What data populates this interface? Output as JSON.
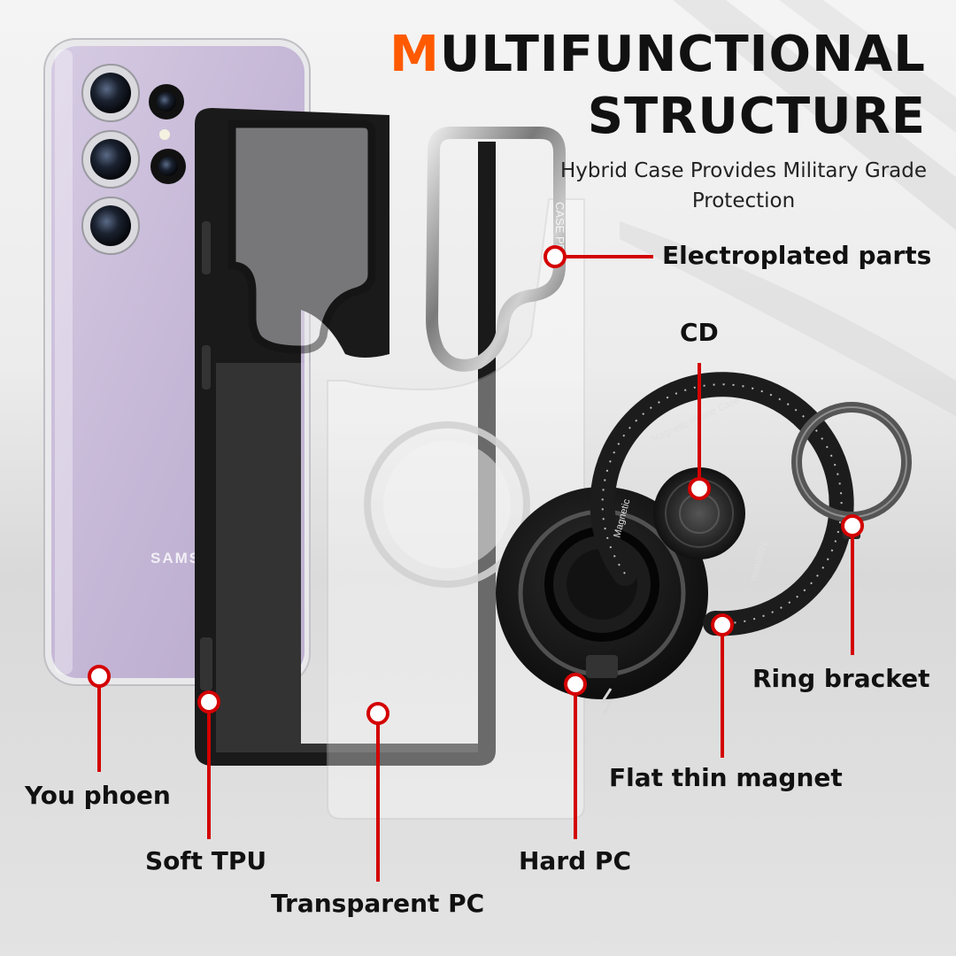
{
  "header": {
    "title_first_letter": "M",
    "title_rest": "ULTIFUNCTIONAL",
    "title_line2": "STRUCTURE",
    "subtitle": "Hybrid Case Provides Military Grade Protection"
  },
  "phone": {
    "brand_text": "SAMS",
    "ring_text_top": "Magnetic Phone Case",
    "ring_text_left": "Magnetic",
    "ring_text_right": "Magnetic",
    "frame_text": "CASE PR"
  },
  "callouts": {
    "electroplated": "Electroplated parts",
    "cd": "CD",
    "ring_bracket": "Ring bracket",
    "flat_magnet": "Flat thin magnet",
    "hard_pc": "Hard PC",
    "transparent_pc": "Transparent PC",
    "soft_tpu": "Soft TPU",
    "phone": "You phoen"
  },
  "colors": {
    "accent": "#ff5a00",
    "marker": "#d40000",
    "phone_body": "#c9bcd8",
    "case_frame": "#1a1a1a"
  }
}
